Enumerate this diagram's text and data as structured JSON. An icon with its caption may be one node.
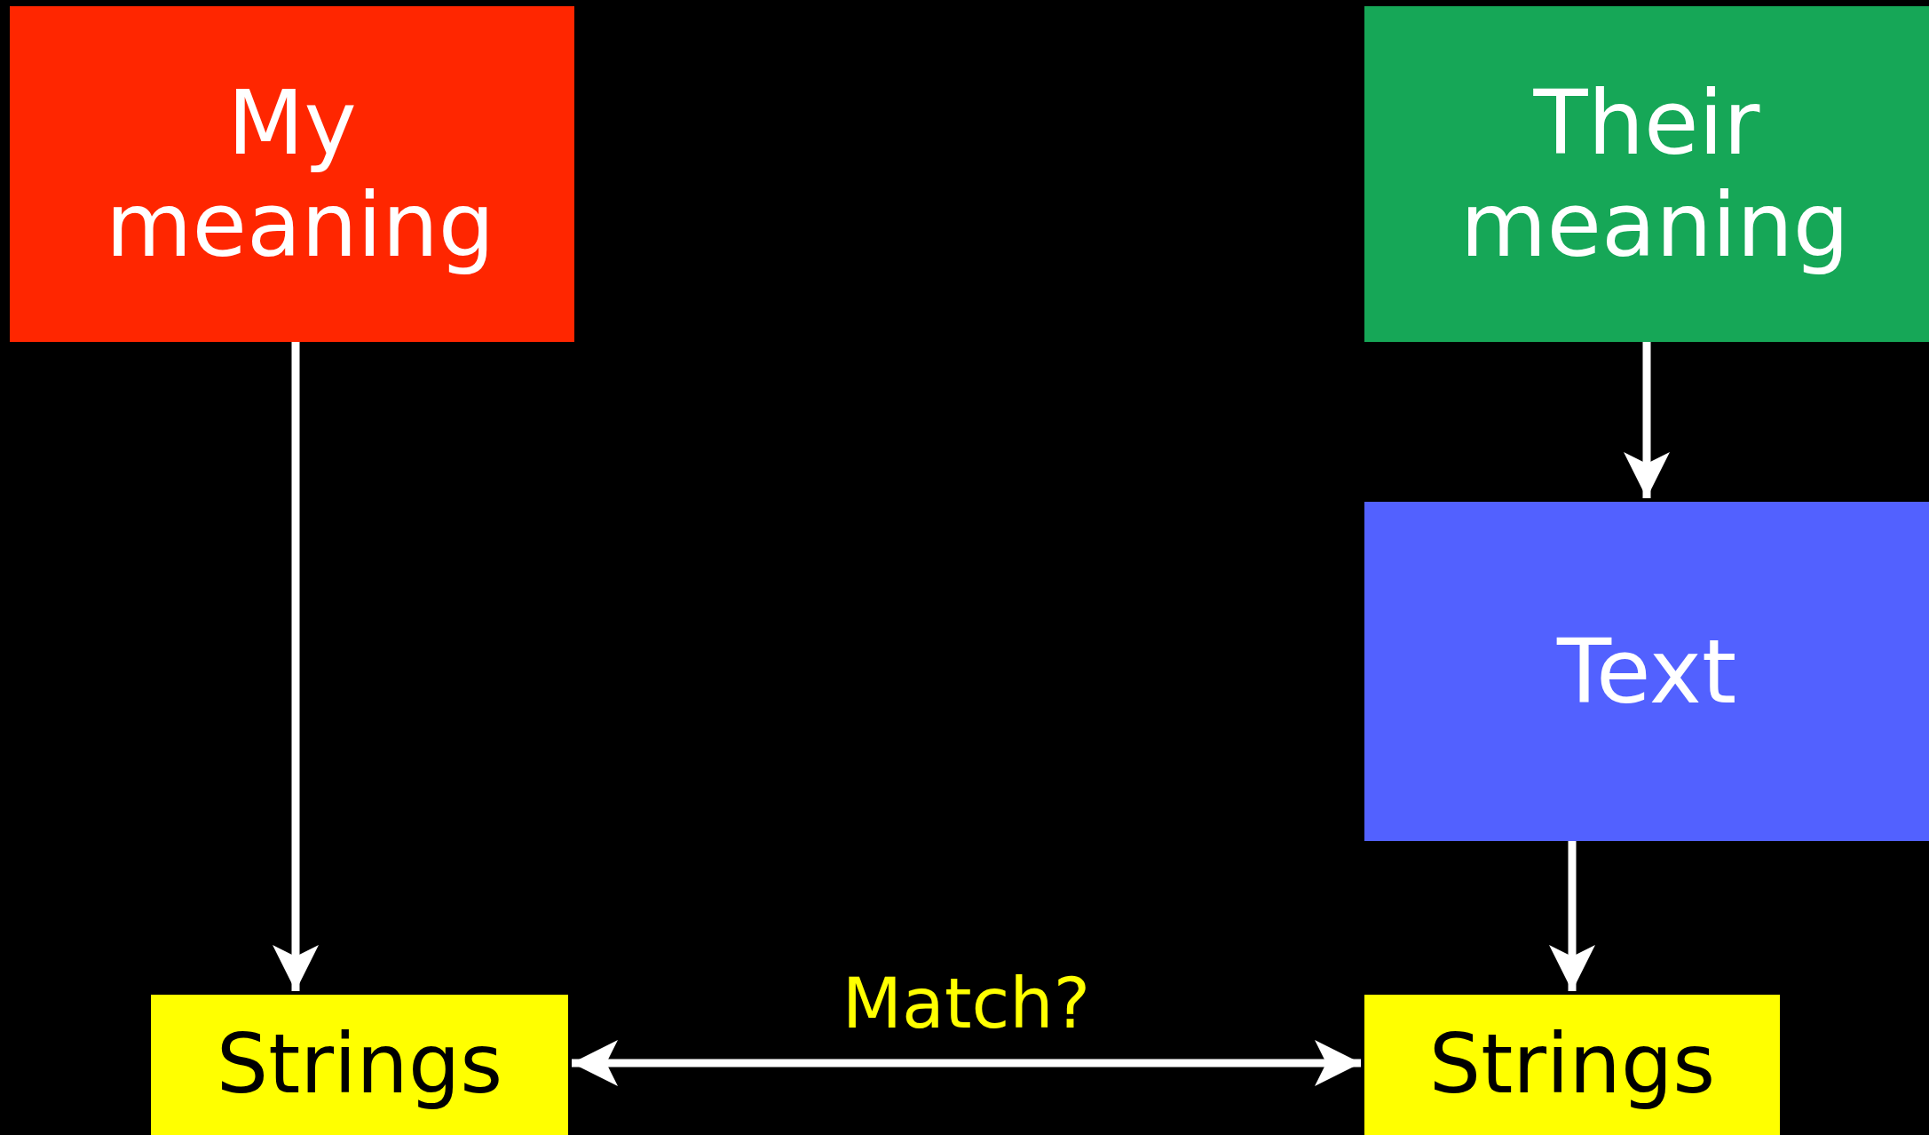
{
  "diagram": {
    "nodes": [
      {
        "text": [
          "My meaning"
        ]
      },
      {
        "text": [
          "Their meaning"
        ]
      },
      {
        "text": [
          "Text"
        ]
      },
      {
        "text": [
          "Strings"
        ]
      },
      {
        "text": [
          "Strings"
        ]
      }
    ],
    "edges": [
      {
        "from": 0,
        "to": 3,
        "arrow": "to"
      },
      {
        "from": 1,
        "to": 2,
        "arrow": "to"
      },
      {
        "from": 2,
        "to": 4,
        "arrow": "to"
      },
      {
        "from": 3,
        "to": 4,
        "arrow": "both",
        "label": "Match?"
      }
    ]
  }
}
